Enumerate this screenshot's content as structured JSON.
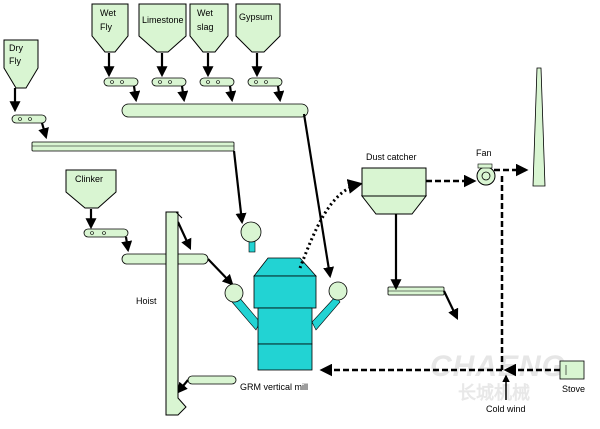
{
  "colors": {
    "equipment": "#d9f5d2",
    "mill": "#22d3d3",
    "mill_balls": "#d9f5d2",
    "line": "#000000",
    "watermark": "#e6e6e6"
  },
  "labels": {
    "dry_fly": [
      "Dry",
      "Fly"
    ],
    "wet_fly": [
      "Wet",
      "Fly"
    ],
    "limestone": "Limestone",
    "wet_slag": [
      "Wet",
      "slag"
    ],
    "gypsum": "Gypsum",
    "clinker": "Clinker",
    "hoist": "Hoist",
    "dust_catcher": "Dust catcher",
    "fan": "Fan",
    "mill": "GRM vertical mill",
    "cold_wind": "Cold wind",
    "stove": "Stove"
  },
  "watermark": {
    "latin": "CHAENG",
    "chinese": "长城机械"
  }
}
